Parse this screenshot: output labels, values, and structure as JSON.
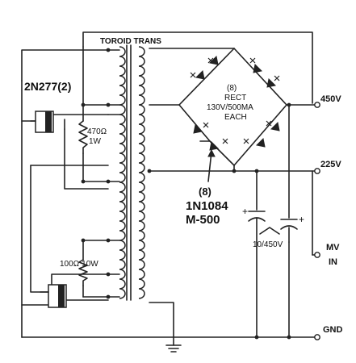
{
  "labels": {
    "transformer": "TOROID TRANS",
    "transistor": "2N277(2)",
    "resistor_top_1": "470Ω",
    "resistor_top_2": "1W",
    "resistor_bottom": "100Ω 10W",
    "rect_1": "(8)",
    "rect_2": "RECT",
    "rect_3": "130V/500MA",
    "rect_4": "EACH",
    "diode_1": "(8)",
    "diode_2": "1N1084",
    "diode_3": "M-500",
    "capacitor": "10/450V",
    "out_high": "450V",
    "out_mid": "225V",
    "in_1": "MV",
    "in_2": "IN",
    "ground": "GND"
  },
  "symbols": {
    "plus_a": "+",
    "plus_b": "+"
  }
}
